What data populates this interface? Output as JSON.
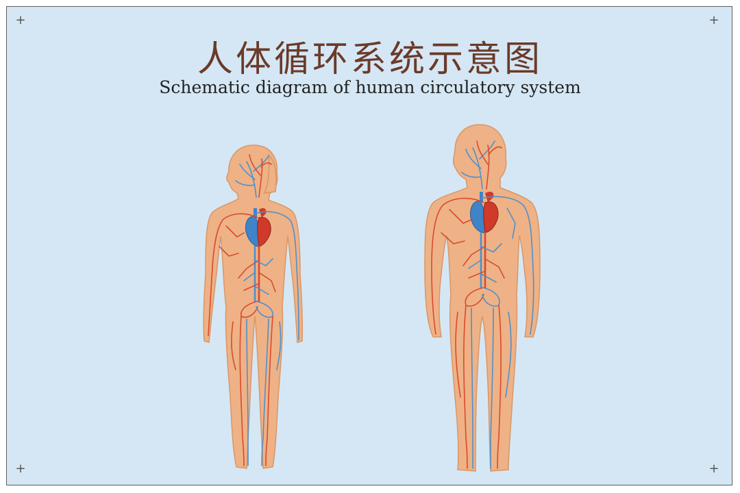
{
  "title_zh": "人体循环系统示意图",
  "title_en": "Schematic diagram of human circulatory system",
  "colors": {
    "background": "#d5e7f4",
    "skin": "#eeb286",
    "skin_outline": "#d99667",
    "artery": "#d94a2e",
    "vein": "#4f8fcb",
    "heart_red": "#cf3a2a",
    "heart_blue": "#3f83c9",
    "title": "#6b3a2a"
  },
  "figures": [
    {
      "name": "child",
      "icon": "child-body-silhouette"
    },
    {
      "name": "adult",
      "icon": "adult-body-silhouette"
    }
  ]
}
